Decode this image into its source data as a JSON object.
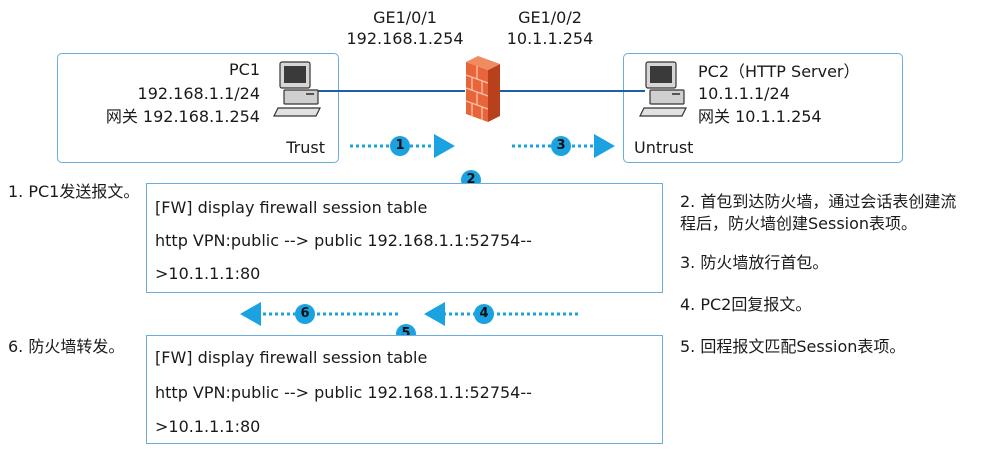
{
  "interfaces": {
    "left": {
      "name": "GE1/0/1",
      "ip": "192.168.1.254"
    },
    "right": {
      "name": "GE1/0/2",
      "ip": "10.1.1.254"
    }
  },
  "pc1": {
    "name": "PC1",
    "ip": "192.168.1.1/24",
    "gateway": "网关 192.168.1.254",
    "zone": "Trust"
  },
  "pc2": {
    "name": "PC2（HTTP Server）",
    "ip": "10.1.1.1/24",
    "gateway": "网关 10.1.1.254",
    "zone": "Untrust"
  },
  "badges": [
    "1",
    "2",
    "3",
    "4",
    "5",
    "6"
  ],
  "session_box_1": {
    "line1": "[FW] display firewall session table",
    "line2": "http  VPN:public --> public 192.168.1.1:52754--",
    "line3": ">10.1.1.1:80"
  },
  "session_box_2": {
    "line1": "[FW] display firewall session table",
    "line2": "http  VPN:public --> public 192.168.1.1:52754--",
    "line3": ">10.1.1.1:80"
  },
  "steps": {
    "s1": "1. PC1发送报文。",
    "s2a": "2. 首包到达防火墙，通过会话表创建流",
    "s2b": "程后，防火墙创建Session表项。",
    "s3": "3. 防火墙放行首包。",
    "s4": "4. PC2回复报文。",
    "s5": "5. 回程报文匹配Session表项。",
    "s6": "6. 防火墙转发。"
  },
  "colors": {
    "accent": "#1aa3e0",
    "border": "#6aaee0",
    "link": "#1f5fa8",
    "firewall": "#d9532a"
  }
}
